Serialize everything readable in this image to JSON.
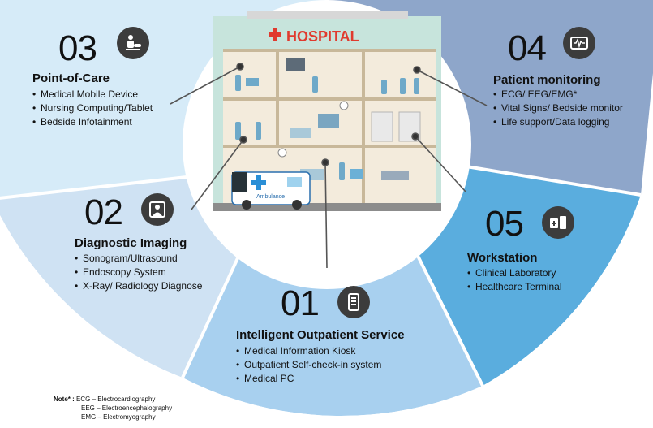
{
  "hospital_sign": "HOSPITAL",
  "ambulance_label": "Ambulance",
  "segments": [
    {
      "number": "03",
      "title": "Point-of-Care",
      "icon": "caregiver-icon",
      "items": [
        "Medical Mobile Device",
        "Nursing Computing/Tablet",
        "Bedside Infotainment"
      ]
    },
    {
      "number": "04",
      "title": "Patient monitoring",
      "icon": "monitor-icon",
      "items": [
        "ECG/ EEG/EMG*",
        "Vital Signs/ Bedside monitor",
        "Life support/Data logging"
      ]
    },
    {
      "number": "02",
      "title": "Diagnostic Imaging",
      "icon": "xray-icon",
      "items": [
        "Sonogram/Ultrasound",
        "Endoscopy System",
        "X-Ray/ Radiology Diagnose"
      ]
    },
    {
      "number": "05",
      "title": "Workstation",
      "icon": "workstation-icon",
      "items": [
        "Clinical Laboratory",
        "Healthcare Terminal"
      ]
    },
    {
      "number": "01",
      "title": "Intelligent Outpatient Service",
      "icon": "kiosk-icon",
      "items": [
        "Medical Information Kiosk",
        "Outpatient Self-check-in system",
        "Medical PC"
      ]
    }
  ],
  "note": {
    "label": "Note* :",
    "lines": [
      "ECG – Electrocardiography",
      "EEG – Electroencephalography",
      "EMG – Electromyography"
    ]
  },
  "colors": {
    "seg_point_of_care": "#d6ebf8",
    "seg_patient_monitoring": "#8ea6ca",
    "seg_diagnostic_imaging": "#cfe2f3",
    "seg_workstation": "#5aadde",
    "seg_outpatient": "#a8d0ef",
    "hospital_red": "#e03a2e",
    "icon_dark": "#3c3c3c"
  }
}
